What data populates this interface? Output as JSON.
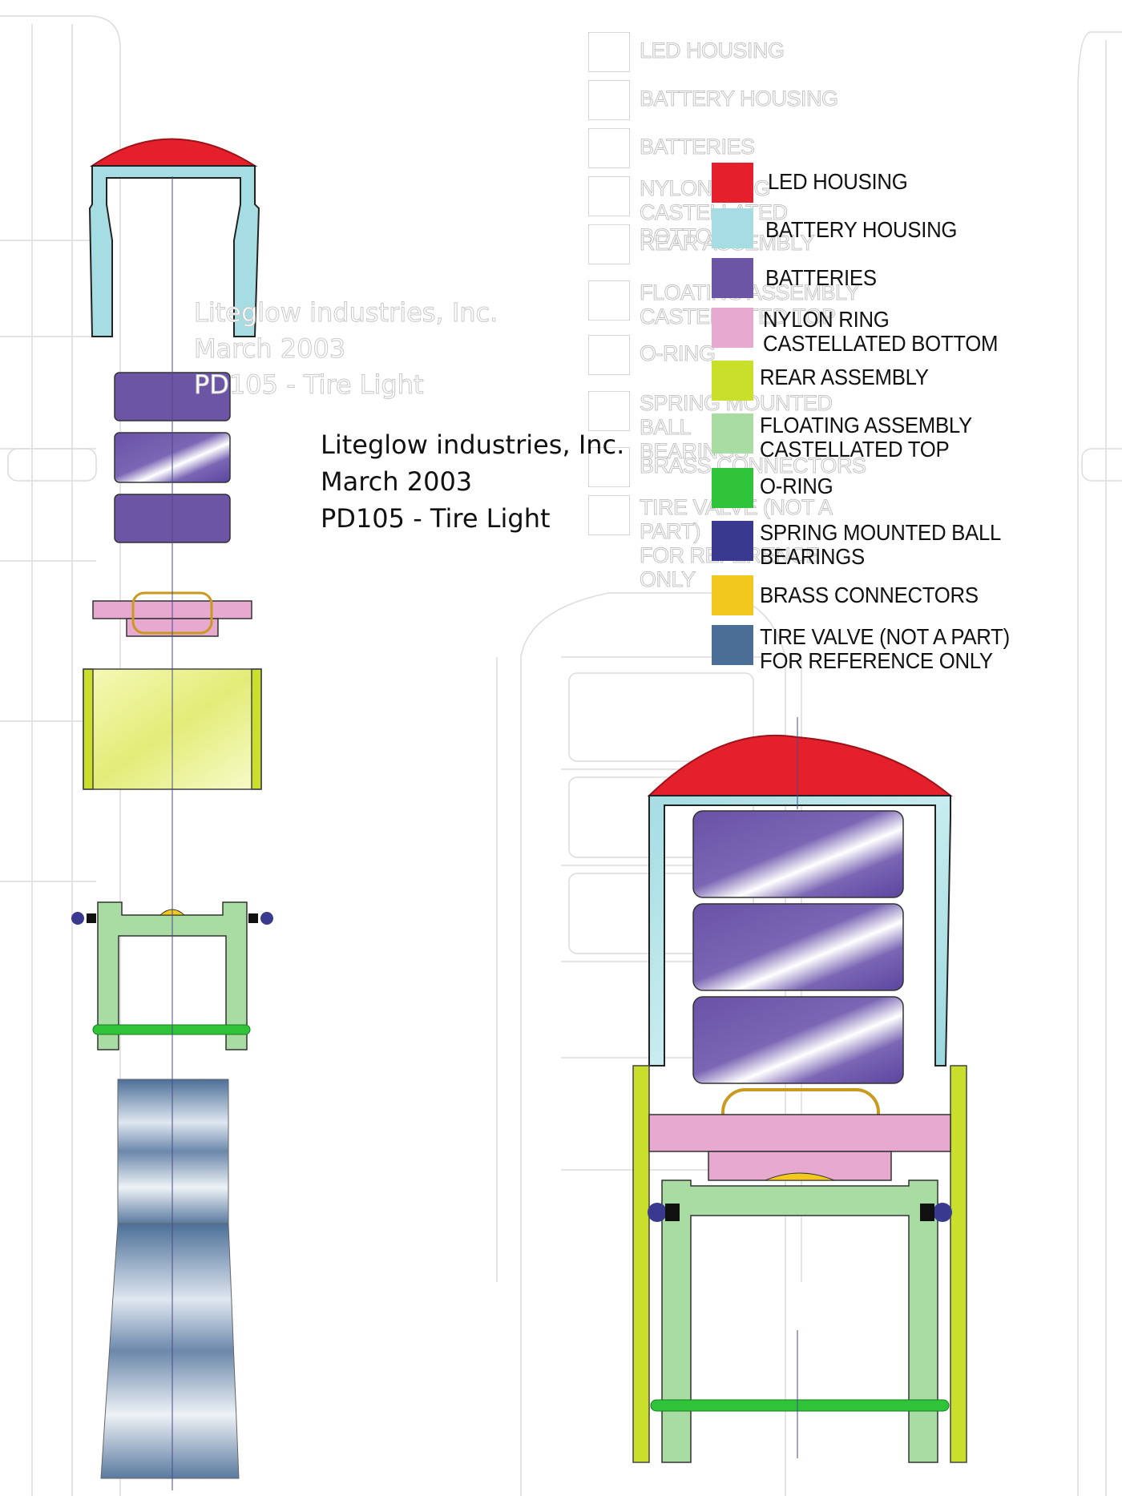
{
  "title_block": {
    "line1": "Liteglow industries, Inc.",
    "line2": "March 2003",
    "line3": "PD105 - Tire Light"
  },
  "ghost_legend": [
    "LED HOUSING",
    "BATTERY HOUSING",
    "BATTERIES",
    "NYLON RING\nCASTELLATED BOTTOM",
    "REAR ASSEMBLY",
    "FLOATING ASSEMBLY\nCASTELLATED TOP",
    "O-RING",
    "SPRING MOUNTED BALL\nBEARINGS",
    "BRASS CONNECTORS",
    "TIRE VALVE (NOT A PART)\nFOR REFERENCE ONLY"
  ],
  "legend": [
    {
      "label": "LED HOUSING",
      "color": "#e3202b",
      "icon": "led-housing-swatch"
    },
    {
      "label": "BATTERY HOUSING",
      "color": "#a6dde3",
      "icon": "battery-housing-swatch"
    },
    {
      "label": "BATTERIES",
      "color": "#6d55a6",
      "icon": "batteries-swatch"
    },
    {
      "label": "NYLON RING\nCASTELLATED BOTTOM",
      "color": "#e8a9d0",
      "icon": "nylon-ring-swatch"
    },
    {
      "label": "REAR ASSEMBLY",
      "color": "#c9df2b",
      "icon": "rear-assembly-swatch"
    },
    {
      "label": "FLOATING ASSEMBLY\nCASTELLATED TOP",
      "color": "#a8dca2",
      "icon": "floating-assembly-swatch"
    },
    {
      "label": "O-RING",
      "color": "#2fc33a",
      "icon": "o-ring-swatch"
    },
    {
      "label": "SPRING MOUNTED BALL\nBEARINGS",
      "color": "#39398f",
      "icon": "ball-bearings-swatch"
    },
    {
      "label": "BRASS CONNECTORS",
      "color": "#f2c81f",
      "icon": "brass-connectors-swatch"
    },
    {
      "label": "TIRE VALVE (NOT A PART)\nFOR REFERENCE ONLY",
      "color": "#4a6e96",
      "icon": "tire-valve-swatch"
    }
  ]
}
